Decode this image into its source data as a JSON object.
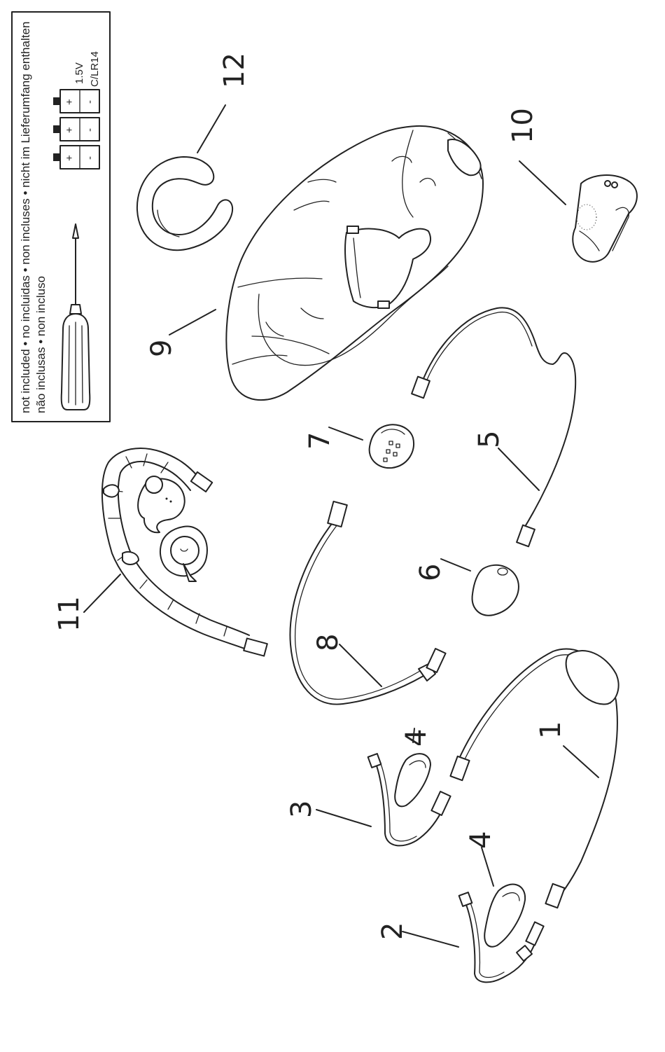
{
  "notice": {
    "line1": "not included • no incluidas • non incluses • nicht im Lieferumfang enthalten",
    "line2": "não inclusas • non incluso",
    "battery_voltage": "1.5V",
    "battery_type": "C/LR14",
    "plus": "+",
    "minus": "-"
  },
  "callouts": {
    "c1": "1",
    "c2": "2",
    "c3": "3",
    "c4a": "4",
    "c4b": "4",
    "c5": "5",
    "c6": "6",
    "c7": "7",
    "c8": "8",
    "c9": "9",
    "c10": "10",
    "c11": "11",
    "c12": "12"
  }
}
